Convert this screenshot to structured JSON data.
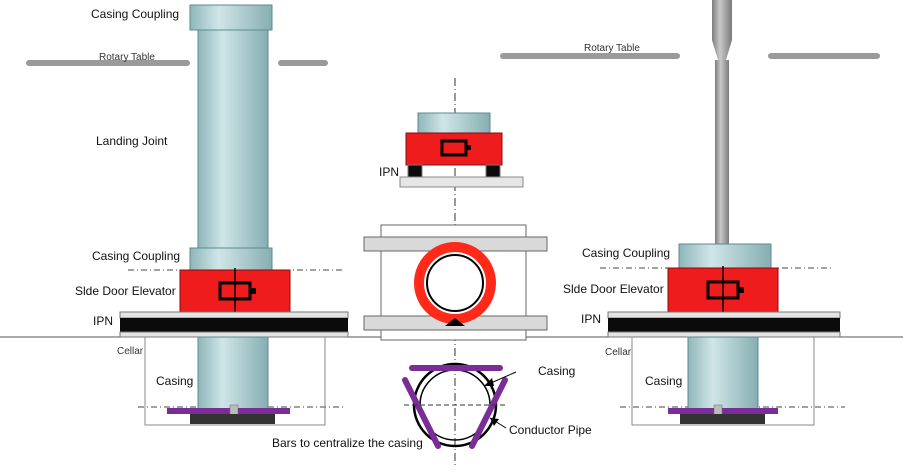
{
  "labels": {
    "left_top_coupling": "Casing Coupling",
    "left_rotary": "Rotary Table",
    "landing_joint": "Landing Joint",
    "left_coupling": "Casing Coupling",
    "left_elevator": "Slde Door Elevator",
    "left_ipn": "IPN",
    "left_cellar": "Cellar",
    "left_casing": "Casing",
    "mid_ipn": "IPN",
    "mid_casing": "Casing",
    "conductor_pipe": "Conductor Pipe",
    "bars_note": "Bars to centralize the casing",
    "right_rotary": "Rotary Table",
    "right_coupling": "Casing Coupling",
    "right_elevator": "Slde Door Elevator",
    "right_ipn": "IPN",
    "right_cellar": "Cellar",
    "right_casing": "Casing"
  },
  "colors": {
    "pipe": "#b7d5d8",
    "pipe_dark": "#7fa9ae",
    "elevator": "#ee1c1c",
    "ipn": "#0b0b0b",
    "bars": "#7a2d96",
    "rotary": "#9a9a9a",
    "ring": "#ff2a1a"
  }
}
